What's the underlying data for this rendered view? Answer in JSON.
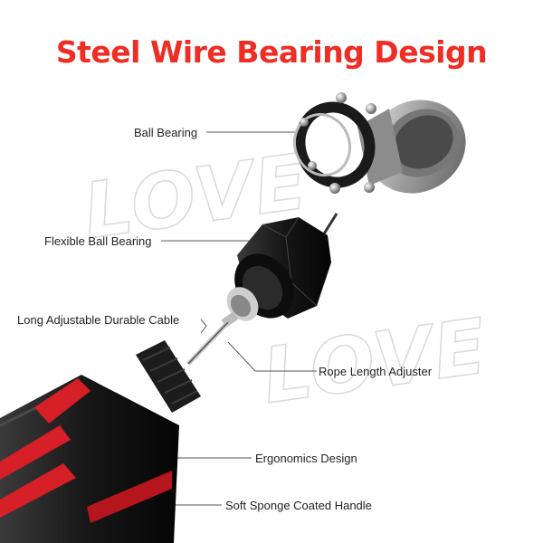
{
  "title": "Steel Wire Bearing Design",
  "colors": {
    "title": "#ee2d24",
    "handle_stripe": "#d61f26",
    "label_text": "#222222"
  },
  "watermark": "LOVE",
  "labels": {
    "ball_bearing": "Ball Bearing",
    "flexible_ball_bearing": "Flexible Ball Bearing",
    "cable": "Long Adjustable Durable Cable",
    "rope_length_adjuster": "Rope Length Adjuster",
    "ergonomics": "Ergonomics Design",
    "sponge_handle": "Soft Sponge Coated Handle"
  }
}
